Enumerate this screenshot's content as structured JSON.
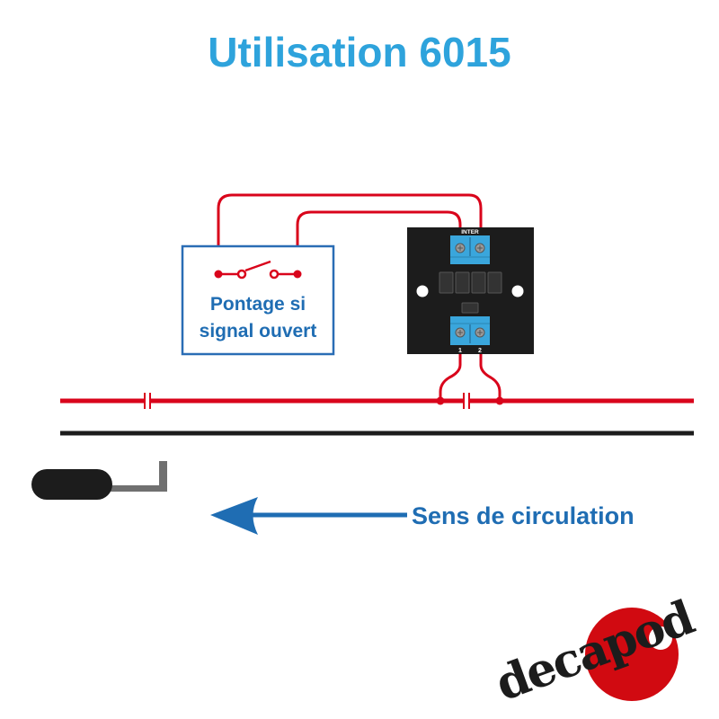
{
  "title": "Utilisation 6015",
  "switch_box": {
    "line1": "Pontage si",
    "line2": "signal ouvert"
  },
  "module": {
    "top_label": "INTER",
    "pin1": "1",
    "pin2": "2"
  },
  "direction_label": "Sens de circulation",
  "logo_text": "decapod",
  "colors": {
    "title": "#2ea3dc",
    "label": "#1f6db3",
    "wire": "#d9041b",
    "terminal": "#3aa6dc",
    "module": "#1c1c1c",
    "logo_red": "#d10a11"
  }
}
